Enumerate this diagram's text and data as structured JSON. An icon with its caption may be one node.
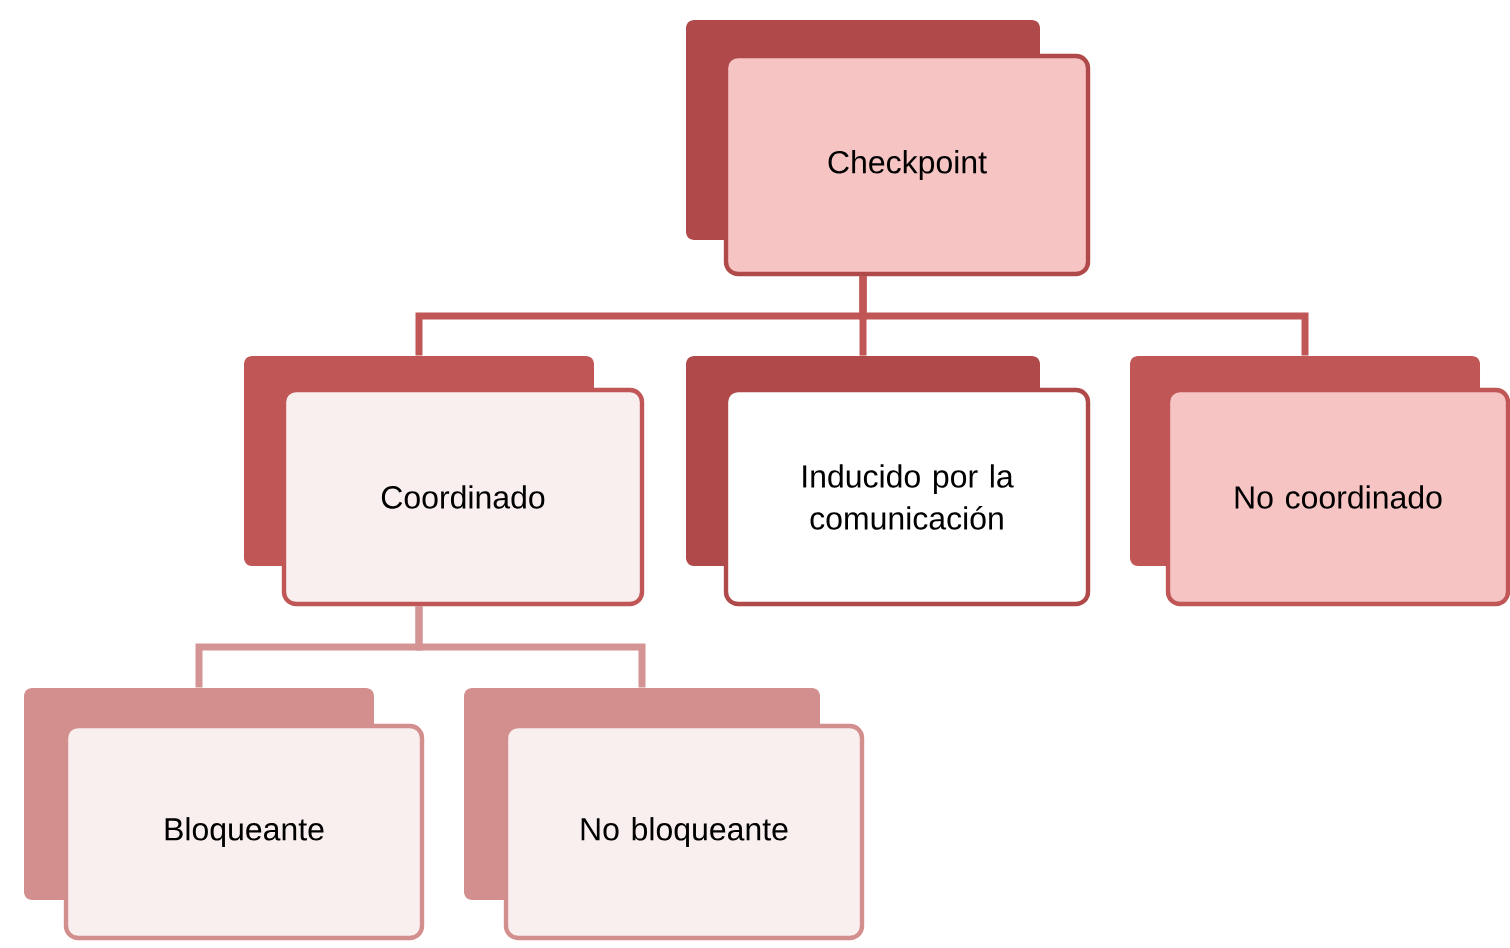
{
  "diagram": {
    "nodes": [
      {
        "text": [
          "Checkpoint"
        ]
      },
      {
        "text": [
          "Coordinado"
        ]
      },
      {
        "text": [
          "Inducido por la comunicación"
        ]
      },
      {
        "text": [
          "No coordinado"
        ]
      },
      {
        "text": [
          "Bloqueante"
        ]
      },
      {
        "text": [
          "No bloqueante"
        ]
      }
    ],
    "edges": [
      {
        "from": 0,
        "to": 1,
        "arrow": "none"
      },
      {
        "from": 0,
        "to": 2,
        "arrow": "none"
      },
      {
        "from": 0,
        "to": 3,
        "arrow": "none"
      },
      {
        "from": 1,
        "to": 4,
        "arrow": "none",
        "color": "#d49494"
      },
      {
        "from": 1,
        "to": 5,
        "arrow": "none",
        "color": "#d49494"
      }
    ]
  }
}
